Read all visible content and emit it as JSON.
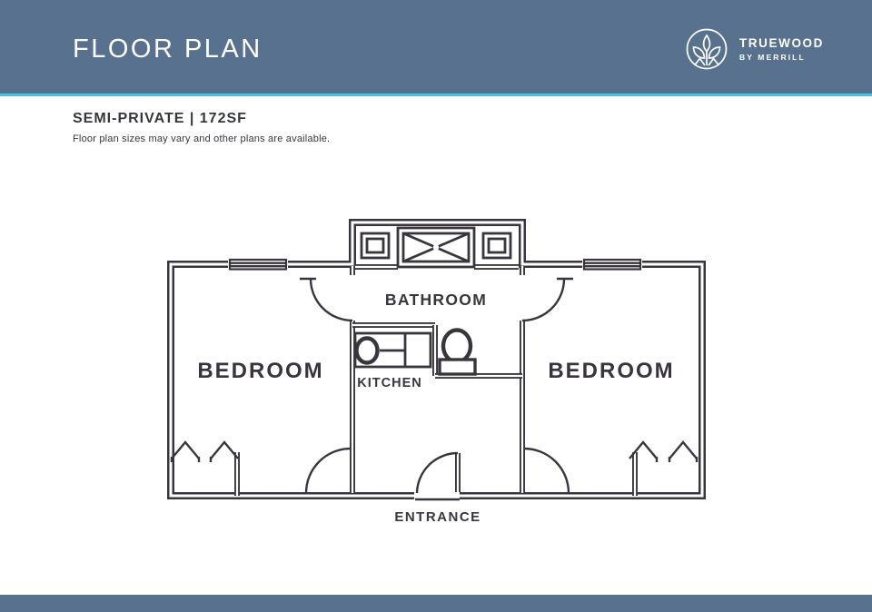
{
  "header": {
    "title": "FLOOR PLAN",
    "brand_name": "TRUEWOOD",
    "brand_tagline": "BY MERRILL"
  },
  "plan": {
    "title": "SEMI-PRIVATE | 172SF",
    "disclaimer": "Floor plan sizes may vary and other plans are available."
  },
  "rooms": {
    "bathroom": "BATHROOM",
    "kitchen": "KITCHEN",
    "bedroom_left": "BEDROOM",
    "bedroom_right": "BEDROOM",
    "entrance": "ENTRANCE"
  },
  "colors": {
    "header_bg": "#57718E",
    "accent_cyan": "#44C7DE",
    "line": "#38353E",
    "page_bg": "#FFFFFF"
  }
}
